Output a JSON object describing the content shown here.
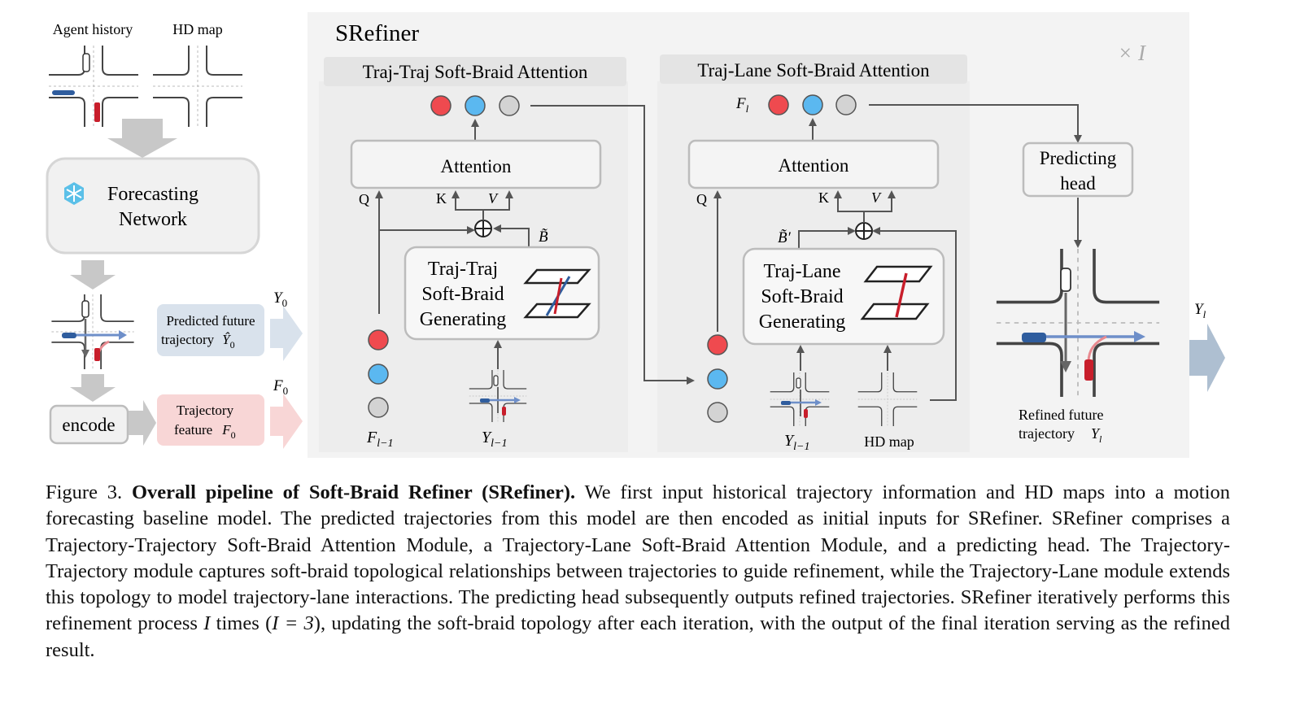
{
  "diagram": {
    "left": {
      "agent_history_label": "Agent history",
      "hd_map_label": "HD map",
      "forecasting_line1": "Forecasting",
      "forecasting_line2": "Network",
      "encode_label": "encode",
      "pred_line1": "Predicted future",
      "pred_line2": "trajectory",
      "pred_symbol": "Ŷ",
      "pred_sub": "0",
      "feat_line1": "Trajectory",
      "feat_line2": "feature",
      "feat_symbol": "F",
      "feat_sub": "0",
      "y0_symbol": "Y",
      "y0_sub": "0",
      "f0_symbol": "F",
      "f0_sub": "0"
    },
    "srefiner_title": "SRefiner",
    "repeat_mark": "× I",
    "traj_traj": {
      "header": "Traj-Traj Soft-Braid Attention",
      "attention": "Attention",
      "q": "Q",
      "k": "K",
      "v": "V",
      "b_symbol": "B̃",
      "gen_line1": "Traj-Traj",
      "gen_line2": "Soft-Braid",
      "gen_line3": "Generating",
      "f_symbol": "F",
      "f_sub": "l−1",
      "y_symbol": "Y",
      "y_sub": "l−1"
    },
    "traj_lane": {
      "header": "Traj-Lane Soft-Braid Attention",
      "attention": "Attention",
      "q": "Q",
      "k": "K",
      "v": "V",
      "b_symbol": "B̃′",
      "fl_symbol": "F",
      "fl_sub": "l",
      "gen_line1": "Traj-Lane",
      "gen_line2": "Soft-Braid",
      "gen_line3": "Generating",
      "y_symbol": "Y",
      "y_sub": "l−1",
      "hd_map": "HD map"
    },
    "right": {
      "pred_head_line1": "Predicting",
      "pred_head_line2": "head",
      "refined_line1": "Refined future",
      "refined_line2": "trajectory",
      "yl_symbol": "Y",
      "yl_sub": "l"
    },
    "colors": {
      "red": "#ef4a4f",
      "blue": "#5bb8f0",
      "gray": "#d3d3d3",
      "panel_bg": "#efefef",
      "accent_blue": "#4a7fc1",
      "accent_red": "#c81e2b"
    }
  },
  "caption": {
    "figure_label": "Figure 3.",
    "bold_title": "Overall pipeline of Soft-Braid Refiner (SRefiner).",
    "body_1": "We first input historical trajectory information and HD maps into a motion forecasting baseline model.  The predicted trajectories from this model are then encoded as initial inputs for SRefiner.  SRefiner comprises a Trajectory-Trajectory Soft-Braid Attention Module, a Trajectory-Lane Soft-Braid Attention Module, and a predicting head.  The Trajectory-Trajectory module captures soft-braid topological relationships between trajectories to guide refinement, while the Trajectory-Lane module extends this topology to model trajectory-lane interactions.  The predicting head subsequently outputs refined trajectories. SRefiner iteratively performs this refinement process ",
    "var_i": "I",
    "body_2": " times (",
    "equation": "I = 3",
    "body_3": "), updating the soft-braid topology after each iteration, with the output of the final iteration serving as the refined result."
  }
}
